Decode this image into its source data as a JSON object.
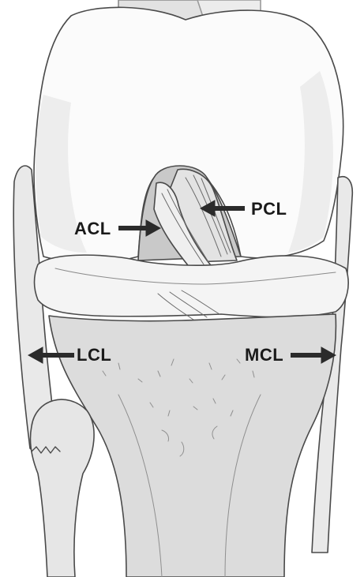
{
  "diagram": {
    "labels": {
      "acl": "ACL",
      "pcl": "PCL",
      "lcl": "LCL",
      "mcl": "MCL"
    },
    "colors": {
      "outline": "#4a4a4a",
      "femur_fill": "#fbfbfb",
      "bone_shade": "#e2e2e2",
      "tibia_fill": "#dcdcdc",
      "meniscus_fill": "#f4f4f4",
      "ligament_fill": "#e9e9e9",
      "notch_fill": "#c9c9c9",
      "arrow": "#2b2b2b"
    }
  }
}
